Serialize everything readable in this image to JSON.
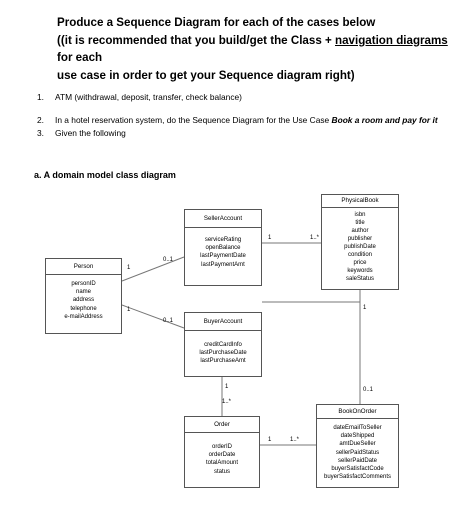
{
  "heading": {
    "line1": "Produce a Sequence Diagram for each of the cases below",
    "line2_pre": "(it is recommended that you build/get the Class + ",
    "line2_link": "navigation diagrams",
    "line2_post": " for each",
    "line3": "use case in order to get your Sequence diagram right)"
  },
  "items": [
    {
      "num": "1.",
      "text": "ATM (withdrawal, deposit, transfer, check balance)"
    },
    {
      "num": "2.",
      "text_pre": "In a hotel reservation system, do the Sequence Diagram for the Use Case ",
      "text_emph": "Book a room and pay for it"
    },
    {
      "num": "3.",
      "text": "Given the following"
    }
  ],
  "section_title": "a. A domain model class diagram",
  "classes": {
    "physical_book": {
      "name": "PhysicalBook",
      "attrs": [
        "isbn",
        "title",
        "author",
        "publisher",
        "publishDate",
        "condition",
        "price",
        "keywords",
        "saleStatus"
      ]
    },
    "seller_account": {
      "name": "SellerAccount",
      "attrs": [
        "serviceRating",
        "openBalance",
        "lastPaymentDate",
        "lastPaymentAmt"
      ]
    },
    "person": {
      "name": "Person",
      "attrs": [
        "personID",
        "name",
        "address",
        "telephone",
        "e-mailAddress"
      ]
    },
    "buyer_account": {
      "name": "BuyerAccount",
      "attrs": [
        "creditCardInfo",
        "lastPurchaseDate",
        "lastPurchaseAmt"
      ]
    },
    "order": {
      "name": "Order",
      "attrs": [
        "orderID",
        "orderDate",
        "totalAmount",
        "status"
      ]
    },
    "book_on_order": {
      "name": "BookOnOrder",
      "attrs": [
        "dateEmailToSeller",
        "dateShipped",
        "amtDueSeller",
        "sellerPaidStatus",
        "sellerPaidDate",
        "buyerSatisfactCode",
        "buyerSatisfactComments"
      ]
    }
  },
  "multiplicities": {
    "seller_person": "0..1",
    "person_seller": "1",
    "person_buyer": "1",
    "buyer_person": "0..1",
    "seller_book": "1",
    "book_seller": "1..*",
    "book_bookorder_top": "1",
    "book_bookorder_bottom": "0..1",
    "buyer_order": "1",
    "order_buyer": "1..*",
    "order_bookorder_left": "1",
    "order_bookorder_right": "1..*"
  }
}
